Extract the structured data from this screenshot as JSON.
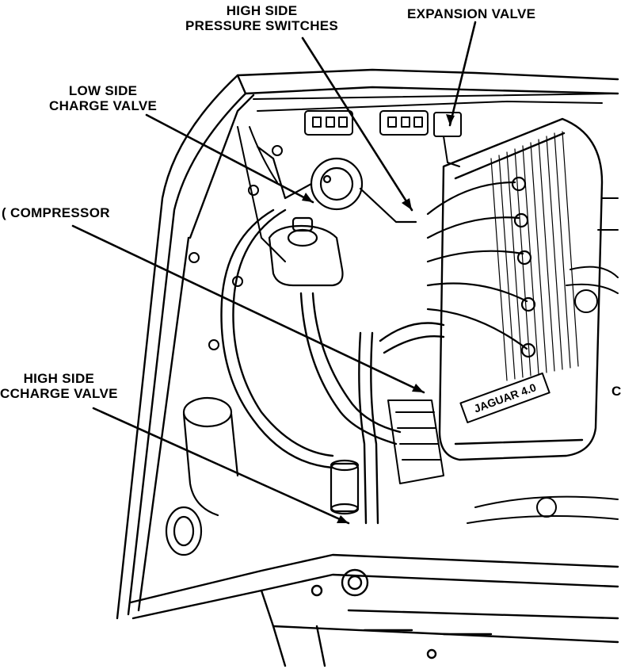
{
  "labels": {
    "high_side_pressure_switches": {
      "line1": "HIGH SIDE",
      "line2": "PRESSURE SWITCHES"
    },
    "expansion_valve": "EXPANSION VALVE",
    "low_side_charge_valve": {
      "line1": "LOW SIDE",
      "line2": "CHARGE VALVE"
    },
    "compressor": "COMPRESSOR",
    "compressor_prefix": "(",
    "high_side_charge_valve": {
      "line1": "HIGH SIDE",
      "line2": "CHARGE VALVE",
      "prefix": "C"
    },
    "right_edge_fragment": "C"
  },
  "engine_badge": "JAGUAR 4.0",
  "colors": {
    "ink": "#000000",
    "paper": "#ffffff"
  }
}
